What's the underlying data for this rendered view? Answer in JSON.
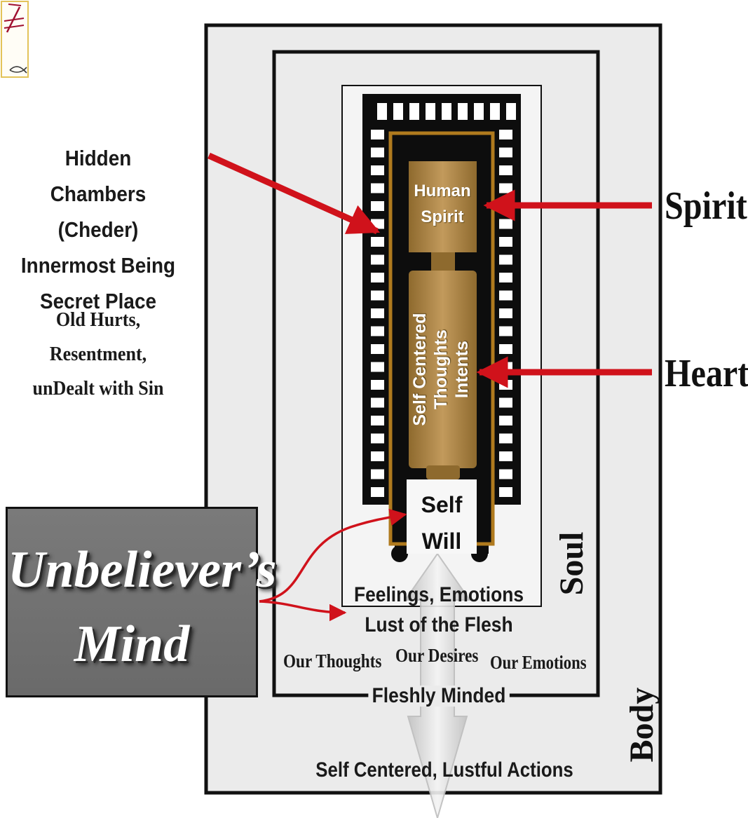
{
  "corner_logo": {
    "icon": "pen-cross-fish-logo-icon"
  },
  "left_labels": {
    "title_lines": [
      "Hidden Chambers",
      "(Cheder)",
      "Innermost Being",
      "Secret Place"
    ],
    "sub_lines": [
      "Old Hurts,",
      "Resentment,",
      "unDealt with Sin"
    ]
  },
  "mind_box": {
    "lines": [
      "Unbeliever’s",
      "Mind"
    ]
  },
  "right_labels": {
    "spirit": "Spirit",
    "heart": "Heart"
  },
  "temple": {
    "human_spirit_lines": [
      "Human",
      "Spirit"
    ],
    "heart_lines": [
      "Self Centered",
      "Thoughts",
      "Intents"
    ],
    "self_will_lines": [
      "Self",
      "Will"
    ]
  },
  "soul_area": {
    "feelings": "Feelings, Emotions",
    "lust": "Lust of the Flesh",
    "our_thoughts": "Our Thoughts",
    "our_desires": "Our Desires",
    "our_emotions": "Our Emotions",
    "label": "Soul"
  },
  "body_area": {
    "fleshly_minded": "Fleshly Minded",
    "actions": "Self Centered, Lustful Actions",
    "label": "Body"
  },
  "colors": {
    "arrow_red": "#d0121b",
    "temple_black": "#0d0d0d",
    "gold": "#a8823f",
    "gold_light": "#c9a46a",
    "gold_border": "#b07a1e",
    "panel_gray": "#ebebeb"
  }
}
